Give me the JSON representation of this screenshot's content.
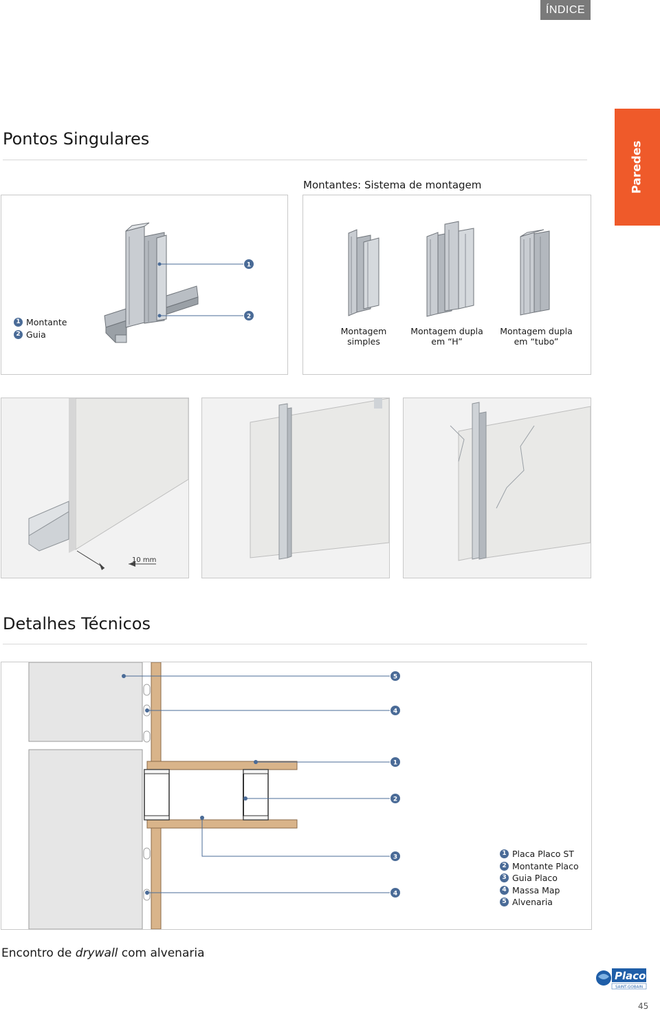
{
  "header": {
    "index_label": "ÍNDICE",
    "side_tab": "Paredes"
  },
  "section1": {
    "title": "Pontos Singulares",
    "diagram_title": "Montantes: Sistema de montagem",
    "legend": [
      {
        "num": "1",
        "label": "Montante"
      },
      {
        "num": "2",
        "label": "Guia"
      }
    ],
    "callouts": [
      "1",
      "2"
    ],
    "assemblies": [
      {
        "line1": "Montagem",
        "line2": "simples"
      },
      {
        "line1": "Montagem dupla",
        "line2": "em “H”"
      },
      {
        "line1": "Montagem dupla",
        "line2": "em “tubo”"
      }
    ],
    "photo_dim_label": "10 mm"
  },
  "section2": {
    "title": "Detalhes Técnicos",
    "callouts": [
      "5",
      "4",
      "1",
      "2",
      "3",
      "4"
    ],
    "legend": [
      {
        "num": "1",
        "label": "Placa Placo ST"
      },
      {
        "num": "2",
        "label": "Montante Placo"
      },
      {
        "num": "3",
        "label": "Guia Placo"
      },
      {
        "num": "4",
        "label": "Massa Map"
      },
      {
        "num": "5",
        "label": "Alvenaria"
      }
    ]
  },
  "footer": {
    "caption_part1": "Encontro de ",
    "caption_italic": "drywall",
    "caption_part2": " com alvenaria",
    "logo_brand": "Placo",
    "logo_sub": "SAINT-GOBAIN",
    "page_number": "45"
  },
  "colors": {
    "accent": "#ef5a2a",
    "callout_blue": "#4a6b97",
    "wood": "#d9b48a",
    "masonry": "#e6e6e6"
  }
}
